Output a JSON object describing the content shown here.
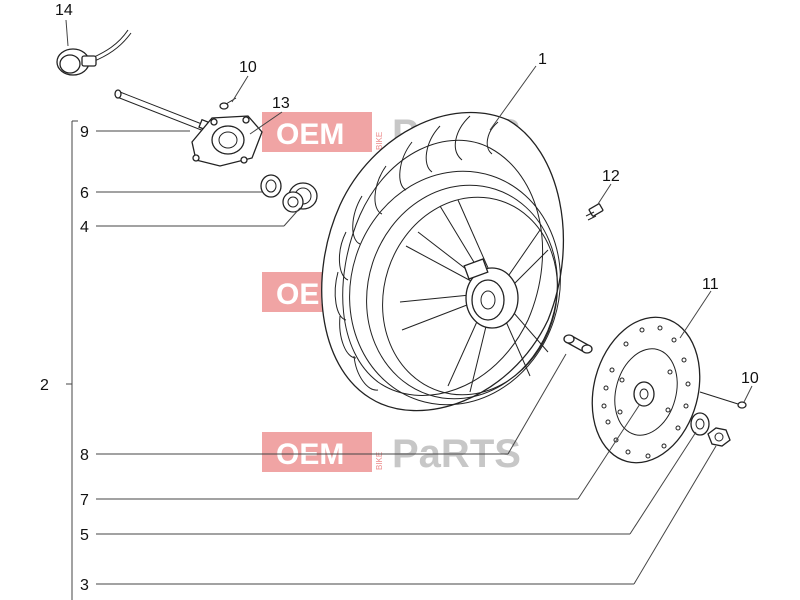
{
  "callouts": {
    "c1": "1",
    "c2": "2",
    "c3": "3",
    "c4": "4",
    "c5": "5",
    "c6": "6",
    "c7": "7",
    "c8": "8",
    "c9": "9",
    "c10a": "10",
    "c10b": "10",
    "c11": "11",
    "c12": "12",
    "c13": "13",
    "c14": "14"
  },
  "watermark": {
    "oem": "OEM",
    "bike": "BIKE",
    "parts": "PaRTS",
    "accent_color": "#e45a5a"
  }
}
